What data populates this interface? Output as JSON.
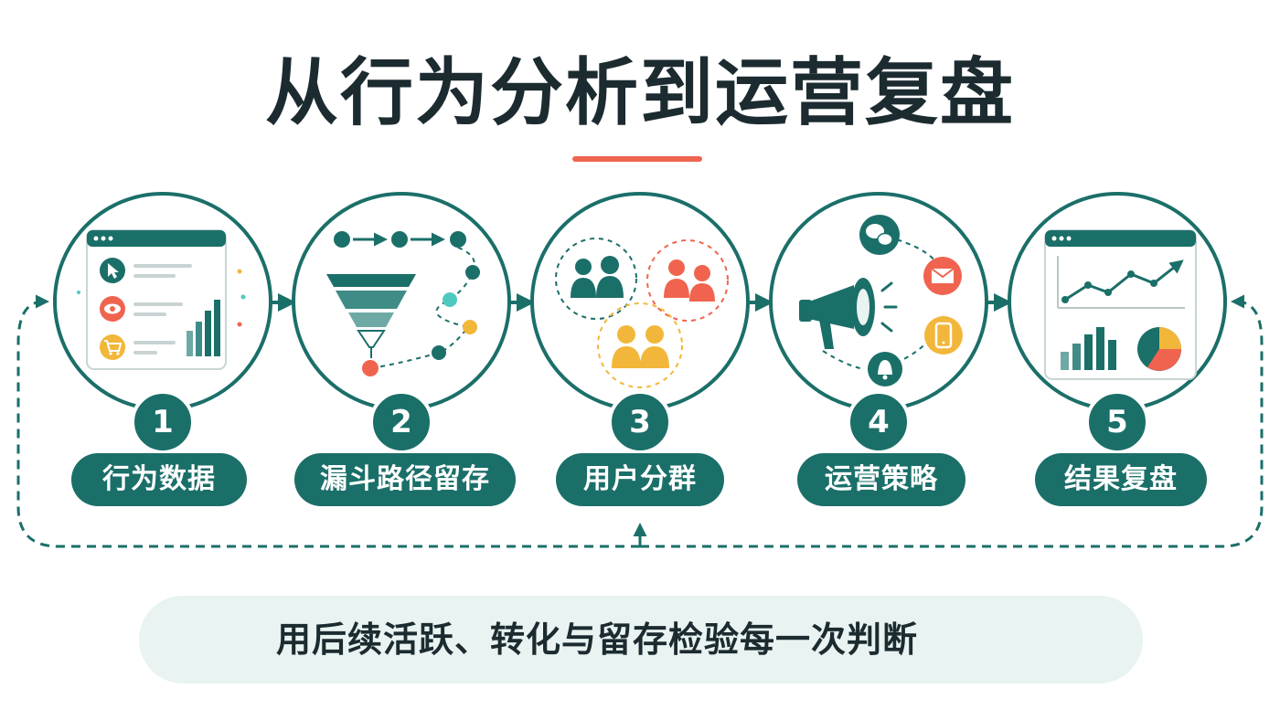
{
  "title": "从行为分析到运营复盘",
  "colors": {
    "primary_teal": "#1b6f69",
    "accent_coral": "#f0644f",
    "accent_yellow": "#f2b73a",
    "accent_cyan": "#4fc9c0",
    "text_dark": "#1c2b30",
    "summary_background": "#e9f3f1"
  },
  "steps": [
    {
      "number": "1",
      "label": "行为数据",
      "icons": [
        "browser-window-icon",
        "cursor-icon",
        "eye-icon",
        "cart-icon",
        "bar-chart-icon"
      ]
    },
    {
      "number": "2",
      "label": "漏斗路径留存",
      "icons": [
        "funnel-icon",
        "path-nodes-icon"
      ]
    },
    {
      "number": "3",
      "label": "用户分群",
      "icons": [
        "user-group-icon",
        "user-group-icon",
        "user-group-icon"
      ]
    },
    {
      "number": "4",
      "label": "运营策略",
      "icons": [
        "megaphone-icon",
        "wechat-icon",
        "mail-icon",
        "phone-icon",
        "bell-icon"
      ]
    },
    {
      "number": "5",
      "label": "结果复盘",
      "icons": [
        "browser-window-icon",
        "line-chart-icon",
        "bar-chart-icon",
        "pie-chart-icon"
      ]
    }
  ],
  "feedback_loop": "dashed-return-arrows",
  "summary": {
    "text": "用后续活跃、转化与留存检验每一次判断",
    "left_icon": "growth-chart-icon",
    "right_icon": "target-icon"
  }
}
